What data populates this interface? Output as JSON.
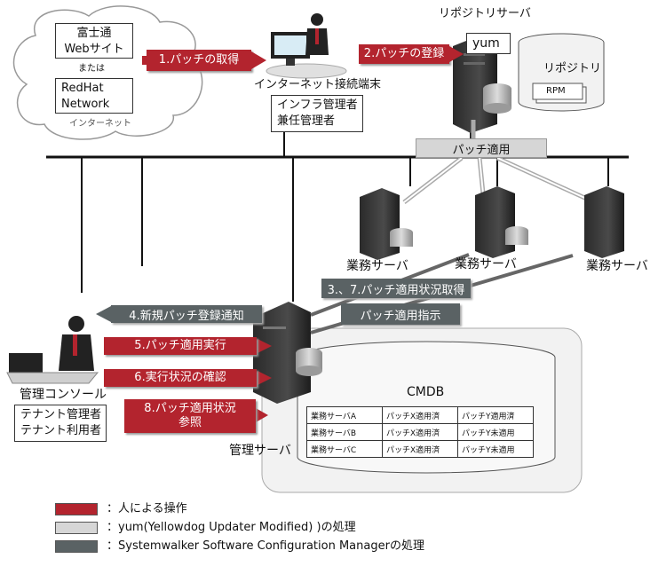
{
  "internet": {
    "fujitsu_site": "富士通\nWebサイト",
    "or": "または",
    "redhat": "RedHat\nNetwork",
    "label": "インターネット"
  },
  "terminal": {
    "label": "インターネット接続端末",
    "admin": "インフラ管理者\n兼任管理者"
  },
  "repo_server": {
    "label": "リポジトリサーバ",
    "yum": "yum",
    "repository": "リポジトリ",
    "rpm": "RPM"
  },
  "patch_apply": "パッチ適用",
  "business_servers": [
    "業務サーバ",
    "業務サーバ",
    "業務サーバ"
  ],
  "steps": {
    "s1": "1.パッチの取得",
    "s2": "2.パッチの登録",
    "s37": "3.、7.パッチ適用状況取得",
    "s4": "4.新規パッチ登録通知",
    "s5": "5.パッチ適用実行",
    "s6": "6.実行状況の確認",
    "s8": "8.パッチ適用状況\n参照",
    "apply_instruction": "パッチ適用指示"
  },
  "console": {
    "label": "管理コンソール",
    "users": "テナント管理者\nテナント利用者"
  },
  "mgmt_server": "管理サーバ",
  "cmdb": {
    "label": "CMDB",
    "rows": [
      [
        "業務サーバA",
        "パッチX適用済",
        "パッチY適用済"
      ],
      [
        "業務サーバB",
        "パッチX適用済",
        "パッチY未適用"
      ],
      [
        "業務サーバC",
        "パッチX適用済",
        "パッチY未適用"
      ]
    ]
  },
  "legend": [
    {
      "color": "#b3242e",
      "text": "：人による操作"
    },
    {
      "color": "#d6d6d6",
      "text": "：yum(Yellowdog Updater Modified) )の処理"
    },
    {
      "color": "#5a6264",
      "text": "：Systemwalker Software Configuration Managerの処理"
    }
  ]
}
